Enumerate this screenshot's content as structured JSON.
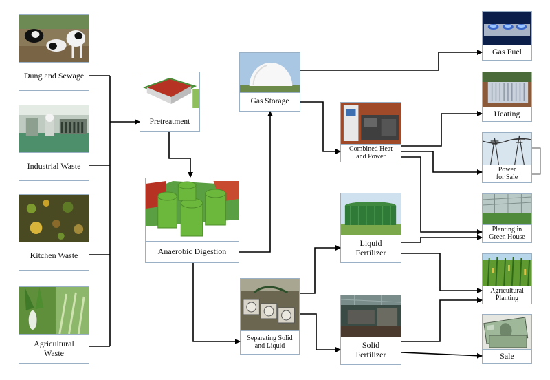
{
  "nodes": {
    "dung": "Dung and Sewage",
    "industrial": "Industrial Waste",
    "kitchen": "Kitchen Waste",
    "agri_waste": [
      "Agricultural",
      "Waste"
    ],
    "pretreatment": "Pretreatment",
    "digestion": "Anaerobic Digestion",
    "gas_storage": "Gas Storage",
    "chp": [
      "Combined Heat",
      "and Power"
    ],
    "separating": [
      "Separating Solid",
      "and Liquid"
    ],
    "liquid": [
      "Liquid",
      "Fertilizer"
    ],
    "solid": [
      "Solid",
      "Fertilizer"
    ],
    "gas_fuel": "Gas Fuel",
    "heating": "Heating",
    "power": [
      "Power",
      "for Sale"
    ],
    "greenhouse": [
      "Planting in",
      "Green House"
    ],
    "agri_planting": [
      "Agricultural",
      "Planting"
    ],
    "sale": "Sale"
  },
  "colors": {
    "border": "#9ab0c4",
    "arrow": "#000000",
    "text": "#111111"
  }
}
